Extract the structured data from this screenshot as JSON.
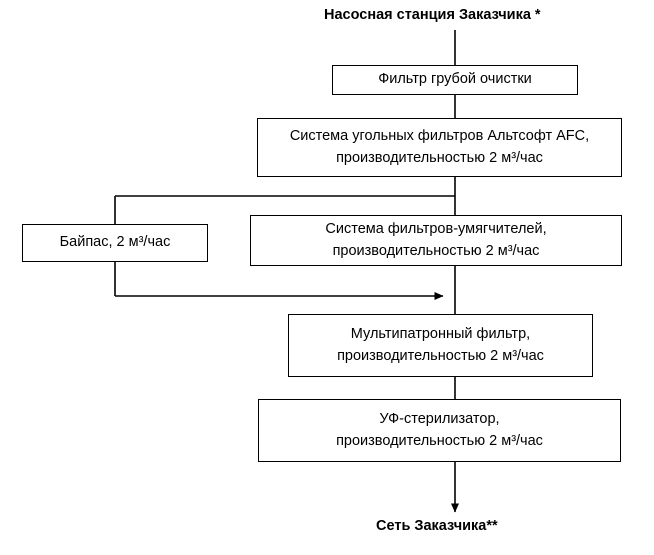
{
  "diagram": {
    "type": "process-flowchart",
    "title_top": "Насосная станция Заказчика *",
    "title_bottom": "Сеть Заказчика**",
    "background_color": "#ffffff",
    "line_color": "#000000",
    "box_border_color": "#000000",
    "nodes": [
      {
        "id": "coarse-filter",
        "label": "Фильтр грубой очистки"
      },
      {
        "id": "carbon-filter-system",
        "label": "Система угольных фильтров Альтсофт AFC,\nпроизводительностью 2 м³/час"
      },
      {
        "id": "bypass",
        "label": "Байпас, 2 м³/час"
      },
      {
        "id": "softener-filter-system",
        "label": "Система фильтров-умягчителей,\nпроизводительностью 2 м³/час"
      },
      {
        "id": "multicartridge-filter",
        "label": "Мультипатронный фильтр,\nпроизводительностью 2 м³/час"
      },
      {
        "id": "uv-sterilizer",
        "label": "УФ-стерилизатор,\nпроизводительностью 2 м³/час"
      }
    ],
    "flow": [
      "Насосная станция Заказчика *",
      "Фильтр грубой очистки",
      "Система угольных фильтров Альтсофт AFC, производительностью 2 м³/час",
      "Система фильтров-умягчителей, производительностью 2 м³/час",
      "Мультипатронный фильтр, производительностью 2 м³/час",
      "УФ-стерилизатор, производительностью 2 м³/час",
      "Сеть Заказчика**"
    ],
    "bypass_branch": {
      "from": "Система угольных фильтров Альтсофт AFC, производительностью 2 м³/час",
      "through": "Байпас, 2 м³/час",
      "to": "Мультипатронный фильтр, производительностью 2 м³/час"
    }
  }
}
